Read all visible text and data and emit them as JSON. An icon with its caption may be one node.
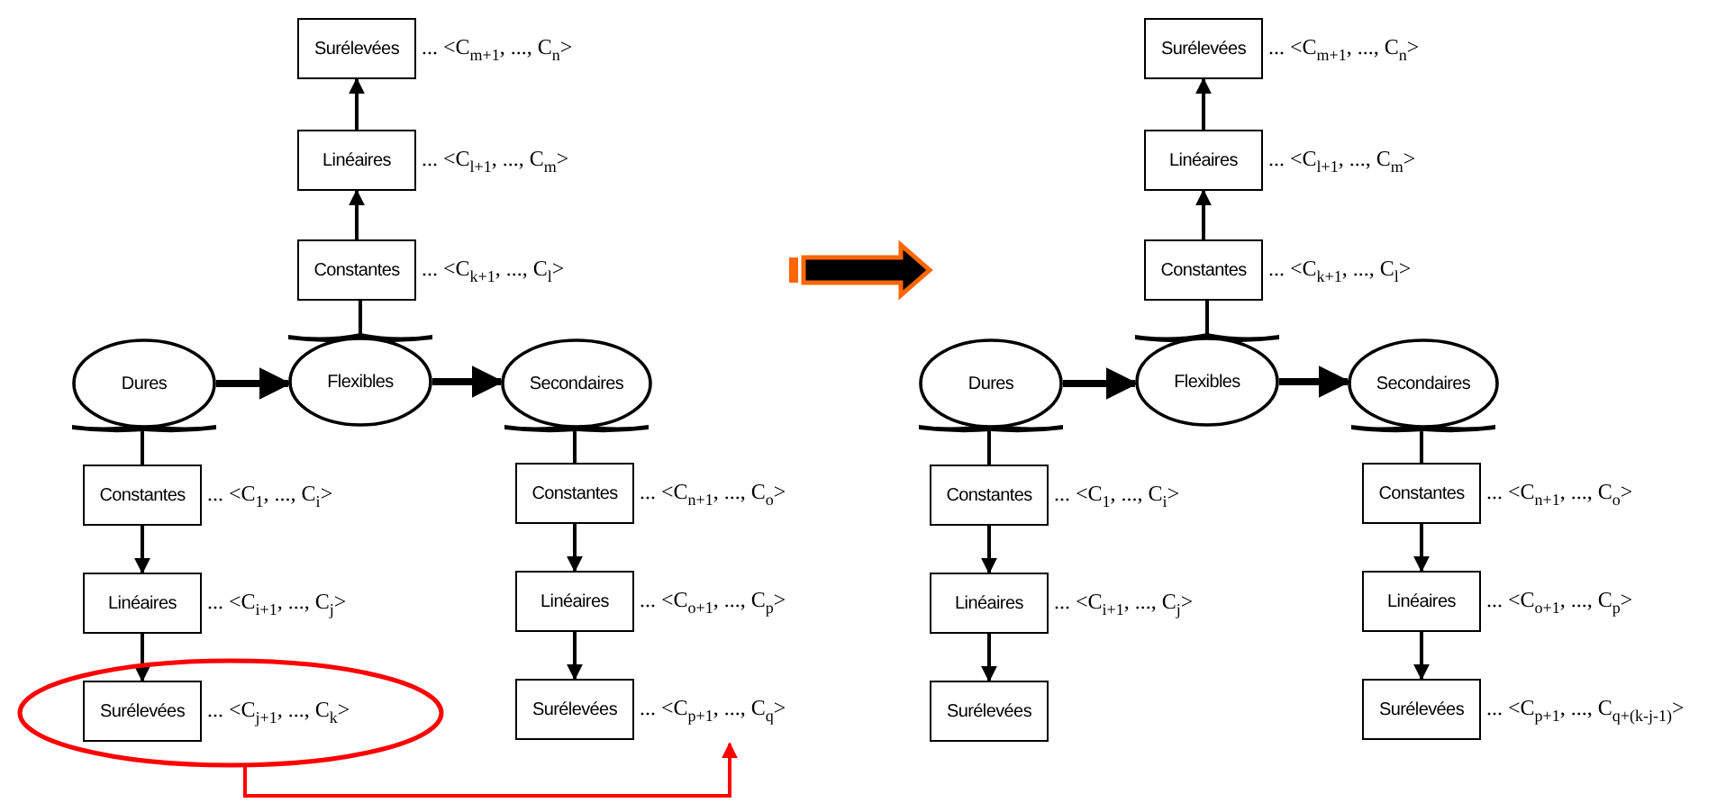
{
  "diagram": {
    "nodes": [
      {
        "text": [
          "Surélevées"
        ],
        "beside": [
          "... <C$_{m+1}$, ..., C$_{n}$>"
        ]
      },
      {
        "text": [
          "Linéaires"
        ],
        "beside": [
          "... <C$_{l+1}$, ..., C$_{m}$>"
        ]
      },
      {
        "text": [
          "Constantes"
        ],
        "beside": [
          "... <C$_{k+1}$, ..., C$_{l}$>"
        ]
      },
      {
        "text": [
          "Dures"
        ]
      },
      {
        "text": [
          "Flexibles"
        ]
      },
      {
        "text": [
          "Secondaires"
        ]
      },
      {
        "text": [
          "Constantes"
        ],
        "beside": [
          "... <C$_{1}$, ..., C$_{i}$>"
        ]
      },
      {
        "text": [
          "Linéaires"
        ],
        "beside": [
          "... <C$_{i+1}$, ..., C$_{j}$>"
        ]
      },
      {
        "text": [],
        "shape": "ellipse"
      },
      {
        "text": [
          "Surélevées"
        ],
        "beside": [
          "... <C$_{j+1}$, ..., C$_{k}$>"
        ],
        "in": 8
      },
      {
        "text": [
          "Constantes"
        ],
        "beside": [
          "... <C$_{n+1}$, ..., C$_{o}$>"
        ]
      },
      {
        "text": [
          "Linéaires"
        ],
        "beside": [
          "... <C$_{o+1}$, ..., C$_{p}$>"
        ]
      },
      {
        "text": [
          "Surélevées"
        ],
        "beside": [
          "... <C$_{p+1}$, ..., C$_{q}$>"
        ]
      },
      {
        "text": [
          "Surélevées"
        ],
        "beside": [
          "... <C$_{m+1}$, ..., C$_{n}$>"
        ]
      },
      {
        "text": [
          "Linéaires"
        ],
        "beside": [
          "... <C$_{l+1}$, ..., C$_{m}$>"
        ]
      },
      {
        "text": [
          "Constantes"
        ],
        "beside": [
          "... <C$_{k+1}$, ..., C$_{l}$>"
        ]
      },
      {
        "text": [
          "Dures"
        ]
      },
      {
        "text": [
          "Flexibles"
        ]
      },
      {
        "text": [
          "Secondaires"
        ]
      },
      {
        "text": [
          "Constantes"
        ],
        "beside": [
          "... <C$_{1}$, ..., C$_{i}$>"
        ]
      },
      {
        "text": [
          "Linéaires"
        ],
        "beside": [
          "... <C$_{i+1}$, ..., C$_{j}$>"
        ]
      },
      {
        "text": [
          "Surélevées"
        ]
      },
      {
        "text": [
          "Constantes"
        ],
        "beside": [
          "... <C$_{n+1}$, ..., C$_{o}$>"
        ]
      },
      {
        "text": [
          "Linéaires"
        ],
        "beside": [
          "... <C$_{o+1}$, ..., C$_{p}$>"
        ]
      },
      {
        "text": [
          "Surélevées"
        ],
        "beside": [
          "... <C$_{p+1}$, ..., C$_{q+(k-j-1)}$>"
        ]
      }
    ],
    "edges": [
      {
        "from": 3,
        "to": 4,
        "arrow": "to",
        "style": "thick"
      },
      {
        "from": 4,
        "to": 5,
        "arrow": "to",
        "style": "thick"
      },
      {
        "from": 4,
        "to": 2,
        "arrow": "none"
      },
      {
        "from": 2,
        "to": 1,
        "arrow": "to"
      },
      {
        "from": 1,
        "to": 0,
        "arrow": "to"
      },
      {
        "from": 3,
        "to": 6,
        "arrow": "none"
      },
      {
        "from": 6,
        "to": 7,
        "arrow": "to"
      },
      {
        "from": 7,
        "to": 9,
        "arrow": "to"
      },
      {
        "from": 5,
        "to": 10,
        "arrow": "none"
      },
      {
        "from": 10,
        "to": 11,
        "arrow": "to"
      },
      {
        "from": 11,
        "to": 12,
        "arrow": "to"
      },
      {
        "from": 8,
        "to": 12,
        "arrow": "to",
        "color": "#ff0000"
      },
      {
        "from": 16,
        "to": 17,
        "arrow": "to",
        "style": "thick"
      },
      {
        "from": 17,
        "to": 18,
        "arrow": "to",
        "style": "thick"
      },
      {
        "from": 17,
        "to": 15,
        "arrow": "none"
      },
      {
        "from": 15,
        "to": 14,
        "arrow": "to"
      },
      {
        "from": 14,
        "to": 13,
        "arrow": "to"
      },
      {
        "from": 16,
        "to": 19,
        "arrow": "none"
      },
      {
        "from": 19,
        "to": 20,
        "arrow": "to"
      },
      {
        "from": 20,
        "to": 21,
        "arrow": "to"
      },
      {
        "from": 18,
        "to": 22,
        "arrow": "none"
      },
      {
        "from": 22,
        "to": 23,
        "arrow": "to"
      },
      {
        "from": 23,
        "to": 24,
        "arrow": "to"
      }
    ]
  }
}
